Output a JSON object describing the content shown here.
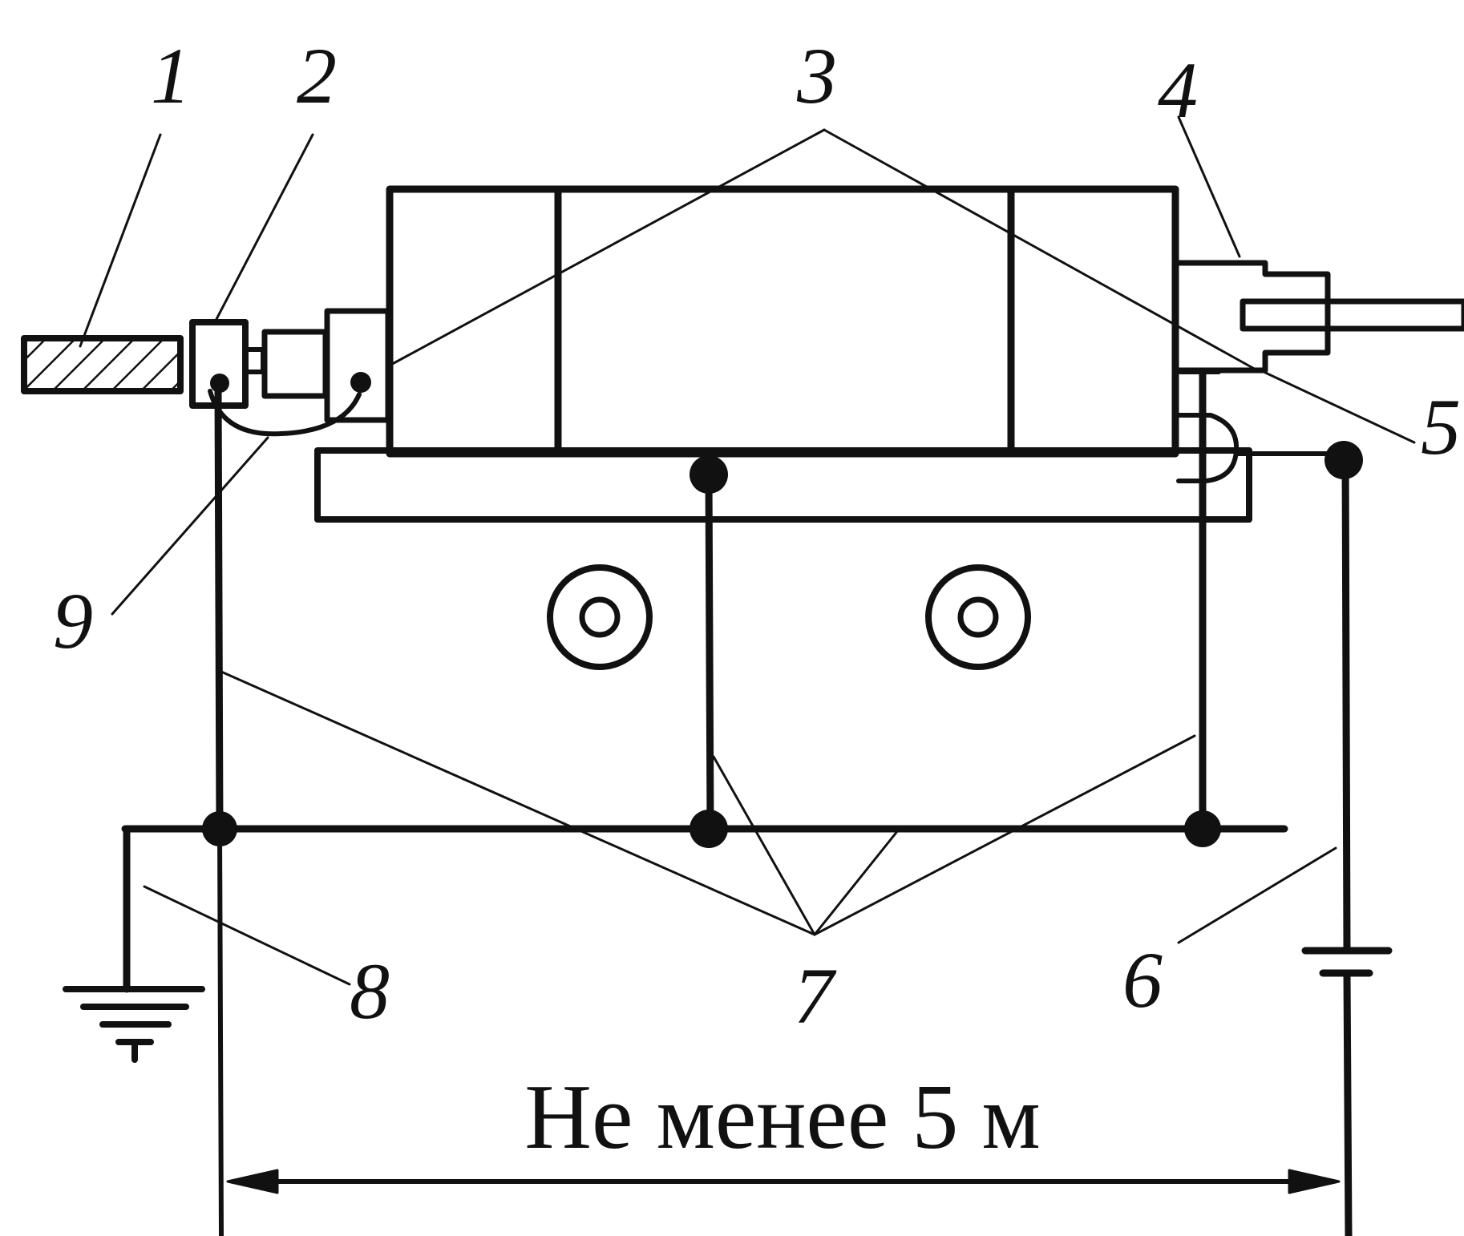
{
  "labels": {
    "l1": "1",
    "l2": "2",
    "l3": "3",
    "l4": "4",
    "l5": "5",
    "l6": "6",
    "l7": "7",
    "l8": "8",
    "l9": "9"
  },
  "dimension_text": "Не менее 5 м",
  "colors": {
    "ink": "#111111",
    "background": "#ffffff"
  }
}
